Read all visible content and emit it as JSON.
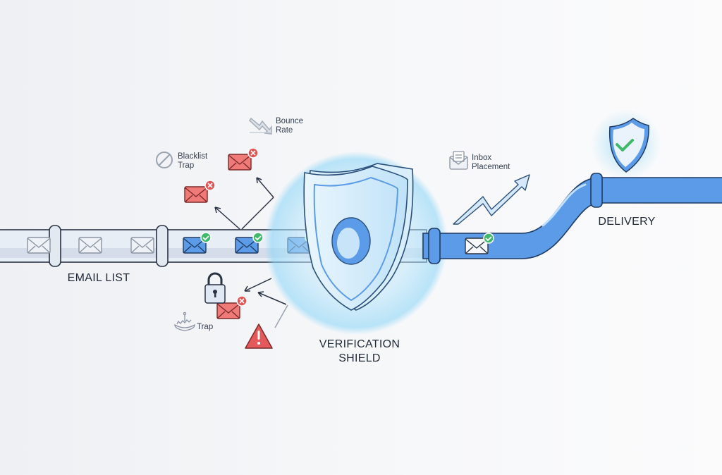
{
  "labels": {
    "email_list": "EMAIL LIST",
    "verification_shield_line1": "VERIFICATION",
    "verification_shield_line2": "SHIELD",
    "delivery": "DELIVERY",
    "bounce_rate_line1": "Bounce",
    "bounce_rate_line2": "Rate",
    "blacklist_trap_line1": "Blacklist",
    "blacklist_trap_line2": "Trap",
    "inbox_placement_line1": "Inbox",
    "inbox_placement_line2": "Placement",
    "trap": "Trap"
  },
  "icons": [
    "envelope-icon",
    "check-badge-icon",
    "x-badge-icon",
    "shield-icon",
    "lock-icon",
    "warning-icon",
    "blocked-icon",
    "trend-down-icon",
    "trend-up-icon",
    "inbox-icon",
    "trap-icon"
  ],
  "colors": {
    "pipe_blue": "#5b9be8",
    "valid_green": "#3fb96a",
    "rejected_red": "#f07a78",
    "glow": "#7fd3f5"
  }
}
